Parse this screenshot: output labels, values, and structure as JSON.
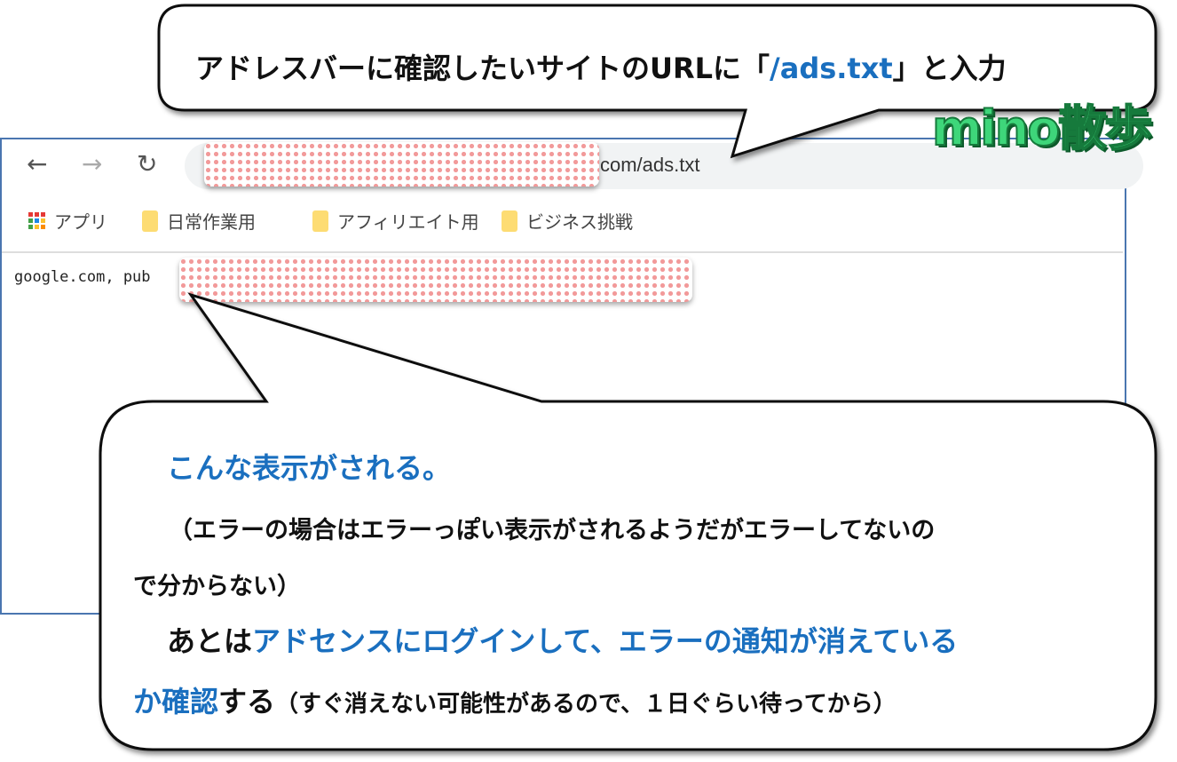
{
  "browser": {
    "url_visible_suffix": "com/ads.txt",
    "bookmarks": [
      {
        "label": "アプリ",
        "icon": "apps-grid-icon"
      },
      {
        "label": "日常作業用",
        "icon": "folder-icon"
      },
      {
        "label": "アフィリエイト用",
        "icon": "folder-icon"
      },
      {
        "label": "ビジネス挑戦",
        "icon": "folder-icon"
      }
    ],
    "content_text": "google.com, pub"
  },
  "callout_top": {
    "prefix": "アドレスバーに確認したいサイトのURLに「",
    "highlight": "/ads.txt",
    "suffix": "」と入力"
  },
  "callout_bottom": {
    "line1": "こんな表示がされる。",
    "line2": "（エラーの場合はエラーっぽい表示がされるようだがエラーしてないの",
    "line3": "で分からない）",
    "line4_a": "あとは",
    "line4_b": "アドセンスにログインして、エラーの通知が消えている",
    "line5_a": "か確認",
    "line5_b": "する",
    "line5_c": "（すぐ消えない可能性があるので、１日ぐらい待ってから）"
  },
  "logo": "mino散歩",
  "colors": {
    "accent_blue": "#1a6fbf",
    "window_border": "#4a76b0",
    "logo_green": "#3ed67a"
  }
}
